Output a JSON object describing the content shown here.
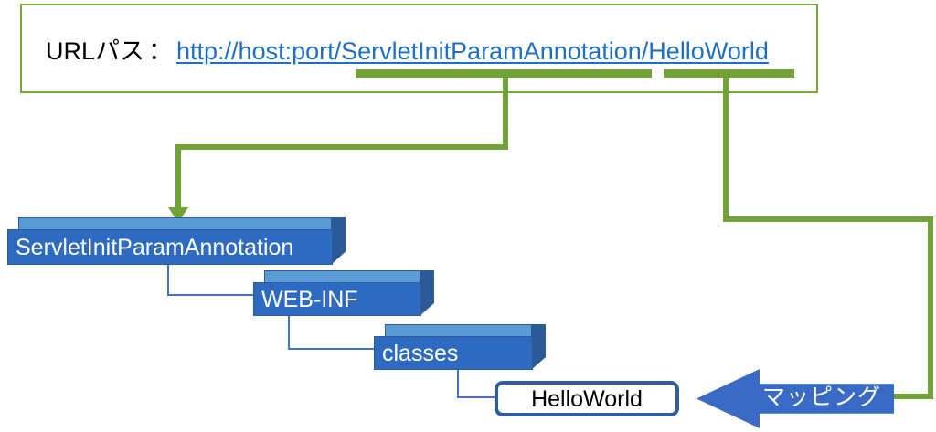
{
  "diagram": {
    "title": "URL path to servlet mapping diagram",
    "url_box": {
      "label": "URLパス",
      "separator": "：",
      "url": "http://host:port/ServletInitParamAnnotation/HelloWorld",
      "highlight_segments": [
        {
          "name": "context-path",
          "text": "/ServletInitParamAnnotation"
        },
        {
          "name": "servlet-path",
          "text": "/HelloWorld"
        }
      ]
    },
    "folders": [
      {
        "name": "folder-servlet",
        "label": "ServletInitParamAnnotation"
      },
      {
        "name": "folder-webinf",
        "label": "WEB-INF"
      },
      {
        "name": "folder-classes",
        "label": "classes"
      }
    ],
    "class_node": {
      "name": "helloworld",
      "label": "HelloWorld"
    },
    "mapping_arrow": {
      "label": "マッピング"
    },
    "colors": {
      "green": "#70A238",
      "frame_green": "#76A63E",
      "link_blue": "#1F6FC4",
      "folder_face": "#2E6BC0",
      "folder_top": "#5B9BD5",
      "folder_side": "#2C5A96",
      "tree_line": "#4472C4",
      "arrow_blue": "#3A6BC4",
      "node_border": "#2E5E9E",
      "background": "#FFFFFF"
    }
  }
}
